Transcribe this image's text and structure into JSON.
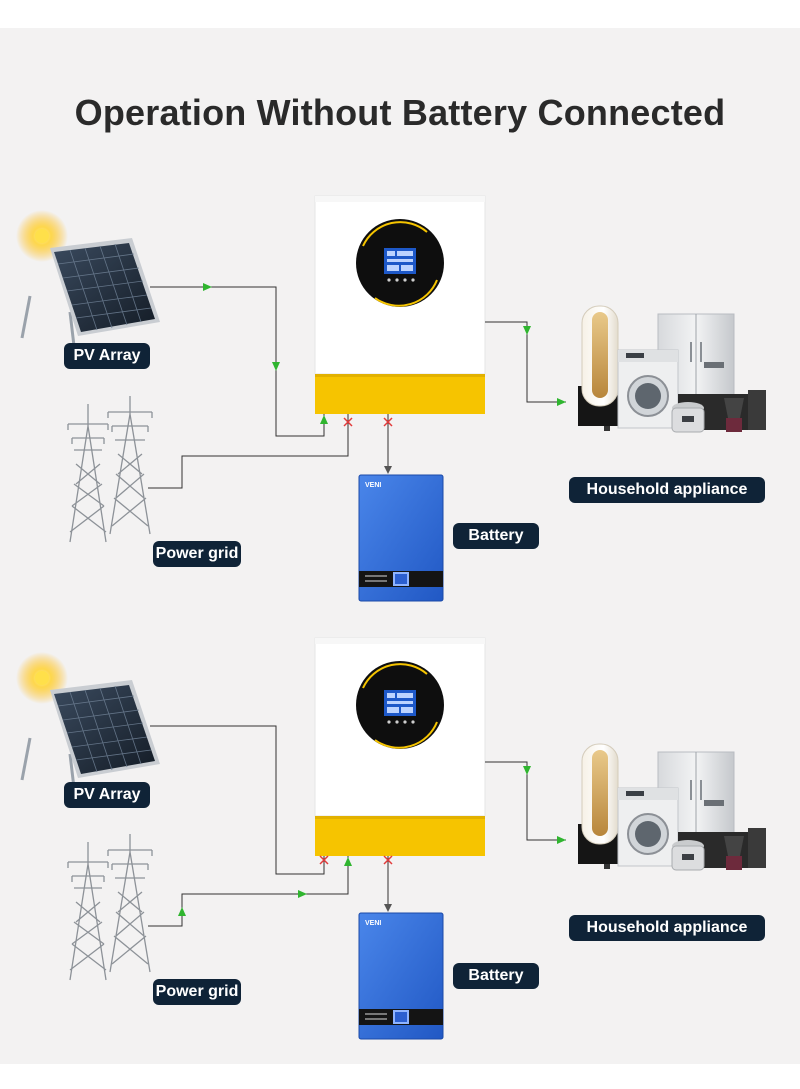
{
  "title": "Operation Without Battery Connected",
  "diagrams": [
    {
      "labels": {
        "pv_array": "PV Array",
        "power_grid": "Power grid",
        "battery": "Battery",
        "household_appliance": "Household appliance"
      },
      "pv_to_inverter": "active",
      "grid_to_inverter": "inactive",
      "inverter_to_battery": "inactive",
      "inverter_to_load": "active"
    },
    {
      "labels": {
        "pv_array": "PV Array",
        "power_grid": "Power grid",
        "battery": "Battery",
        "household_appliance": "Household appliance"
      },
      "pv_to_inverter": "inactive",
      "grid_to_inverter": "active",
      "inverter_to_battery": "inactive",
      "inverter_to_load": "active"
    }
  ],
  "colors": {
    "background": "#f3f2f2",
    "flow_active": "#2fb52f",
    "flow_blocked": "#e23b3b",
    "inverter_accent": "#f5c400",
    "battery_blue": "#2f6fd8",
    "label_bg": "#0f2337"
  },
  "icons": [
    "sun-icon",
    "solar-panel-icon",
    "pylon-icon",
    "inverter-icon",
    "battery-icon",
    "appliances-icon"
  ]
}
